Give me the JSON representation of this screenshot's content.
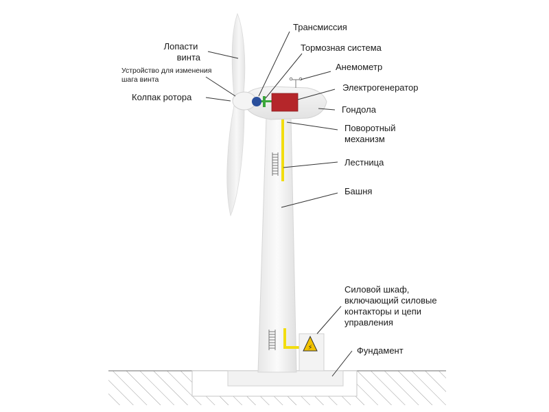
{
  "labels": {
    "blades": [
      "Лопасти",
      "винта"
    ],
    "pitch": [
      "Устройство для изменения",
      "шага винта"
    ],
    "hub": [
      "Колпак ротора"
    ],
    "transmission": [
      "Трансмиссия"
    ],
    "brake": [
      "Тормозная система"
    ],
    "anemometer": [
      "Анемометр"
    ],
    "generator": [
      "Электрогенератор"
    ],
    "nacelle": [
      "Гондола"
    ],
    "yaw": [
      "Поворотный",
      "механизм"
    ],
    "ladder": [
      "Лестница"
    ],
    "tower": [
      "Башня"
    ],
    "cabinet": [
      "Силовой шкаф,",
      "включающий силовые",
      "контакторы и цепи",
      "управления"
    ],
    "foundation": [
      "Фундамент"
    ]
  },
  "warning_symbol": "⚡",
  "colors": {
    "generator": "#b5262a",
    "transmission": "#2a4f9c",
    "shaft": "#3aa63a",
    "cable": "#f2dd10",
    "ground_hatch": "#9a9a9a",
    "warning": "#f2c200"
  }
}
